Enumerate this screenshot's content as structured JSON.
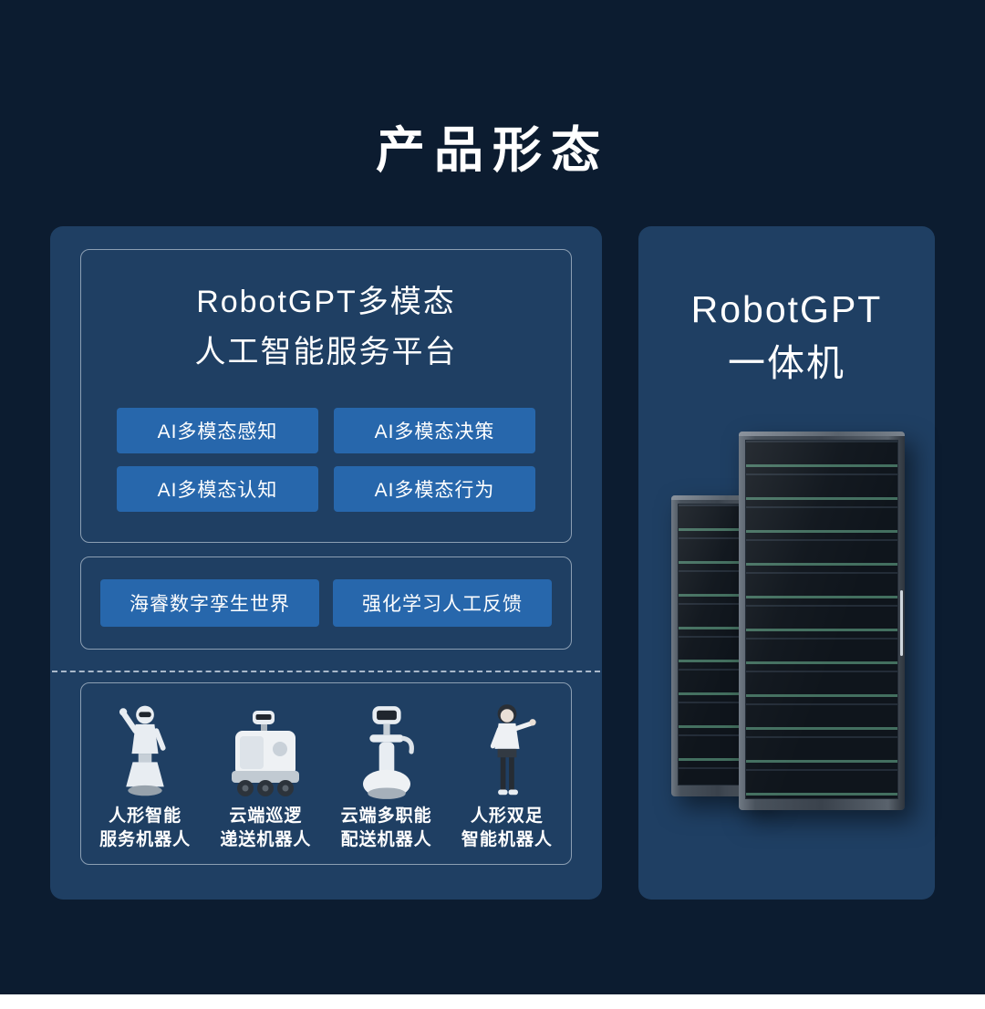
{
  "page": {
    "title": "产品形态",
    "colors": {
      "background": "#0C1C30",
      "panel": "#1F3F63",
      "pill": "#2767AC",
      "box_border": "#A9BCCB",
      "text": "#FFFFFF"
    }
  },
  "left_panel": {
    "platform_box": {
      "title_line1": "RobotGPT多模态",
      "title_line2": "人工智能服务平台",
      "buttons": [
        "AI多模态感知",
        "AI多模态决策",
        "AI多模态认知",
        "AI多模态行为"
      ]
    },
    "tech_box": {
      "buttons": [
        "海睿数字孪生世界",
        "强化学习人工反馈"
      ]
    },
    "robots_box": {
      "items": [
        {
          "icon": "humanoid-service-robot-icon",
          "label_line1": "人形智能",
          "label_line2": "服务机器人"
        },
        {
          "icon": "patrol-delivery-robot-icon",
          "label_line1": "云端巡逻",
          "label_line2": "递送机器人"
        },
        {
          "icon": "multirole-delivery-robot-icon",
          "label_line1": "云端多职能",
          "label_line2": "配送机器人"
        },
        {
          "icon": "bipedal-humanoid-robot-icon",
          "label_line1": "人形双足",
          "label_line2": "智能机器人"
        }
      ]
    }
  },
  "right_panel": {
    "title_line1": "RobotGPT",
    "title_line2": "一体机",
    "image": "server-rack"
  }
}
